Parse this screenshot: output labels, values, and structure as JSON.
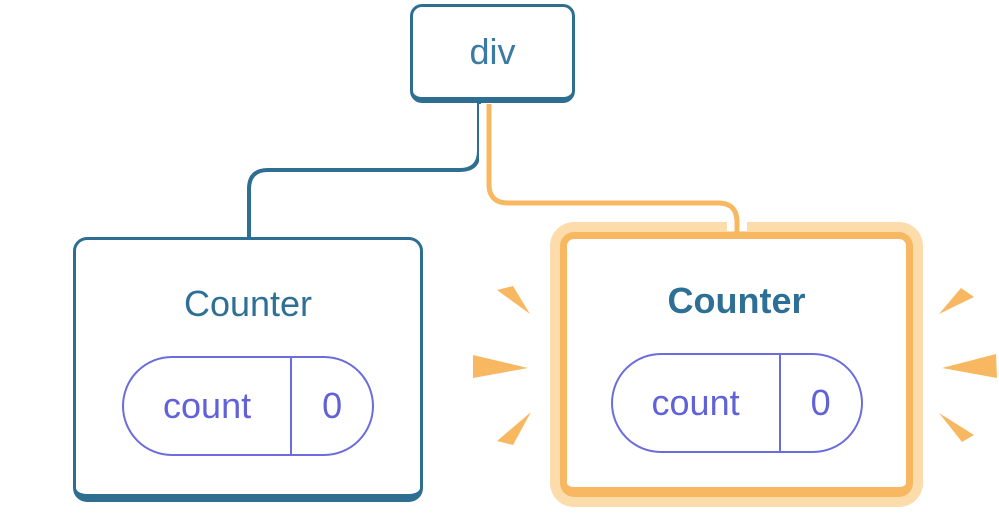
{
  "diagram": {
    "root": {
      "label": "div"
    },
    "children": [
      {
        "title": "Counter",
        "state_key": "count",
        "state_value": "0",
        "highlighted": false
      },
      {
        "title": "Counter",
        "state_key": "count",
        "state_value": "0",
        "highlighted": true
      }
    ]
  },
  "colors": {
    "blue": "#2d6e91",
    "blue_text": "#2e7095",
    "div_text": "#3a7aa4",
    "purple": "#6161d8",
    "purple_border": "#6c6cdd",
    "orange": "#f8b862",
    "orange_light": "#fcdcab",
    "white": "#ffffff"
  }
}
